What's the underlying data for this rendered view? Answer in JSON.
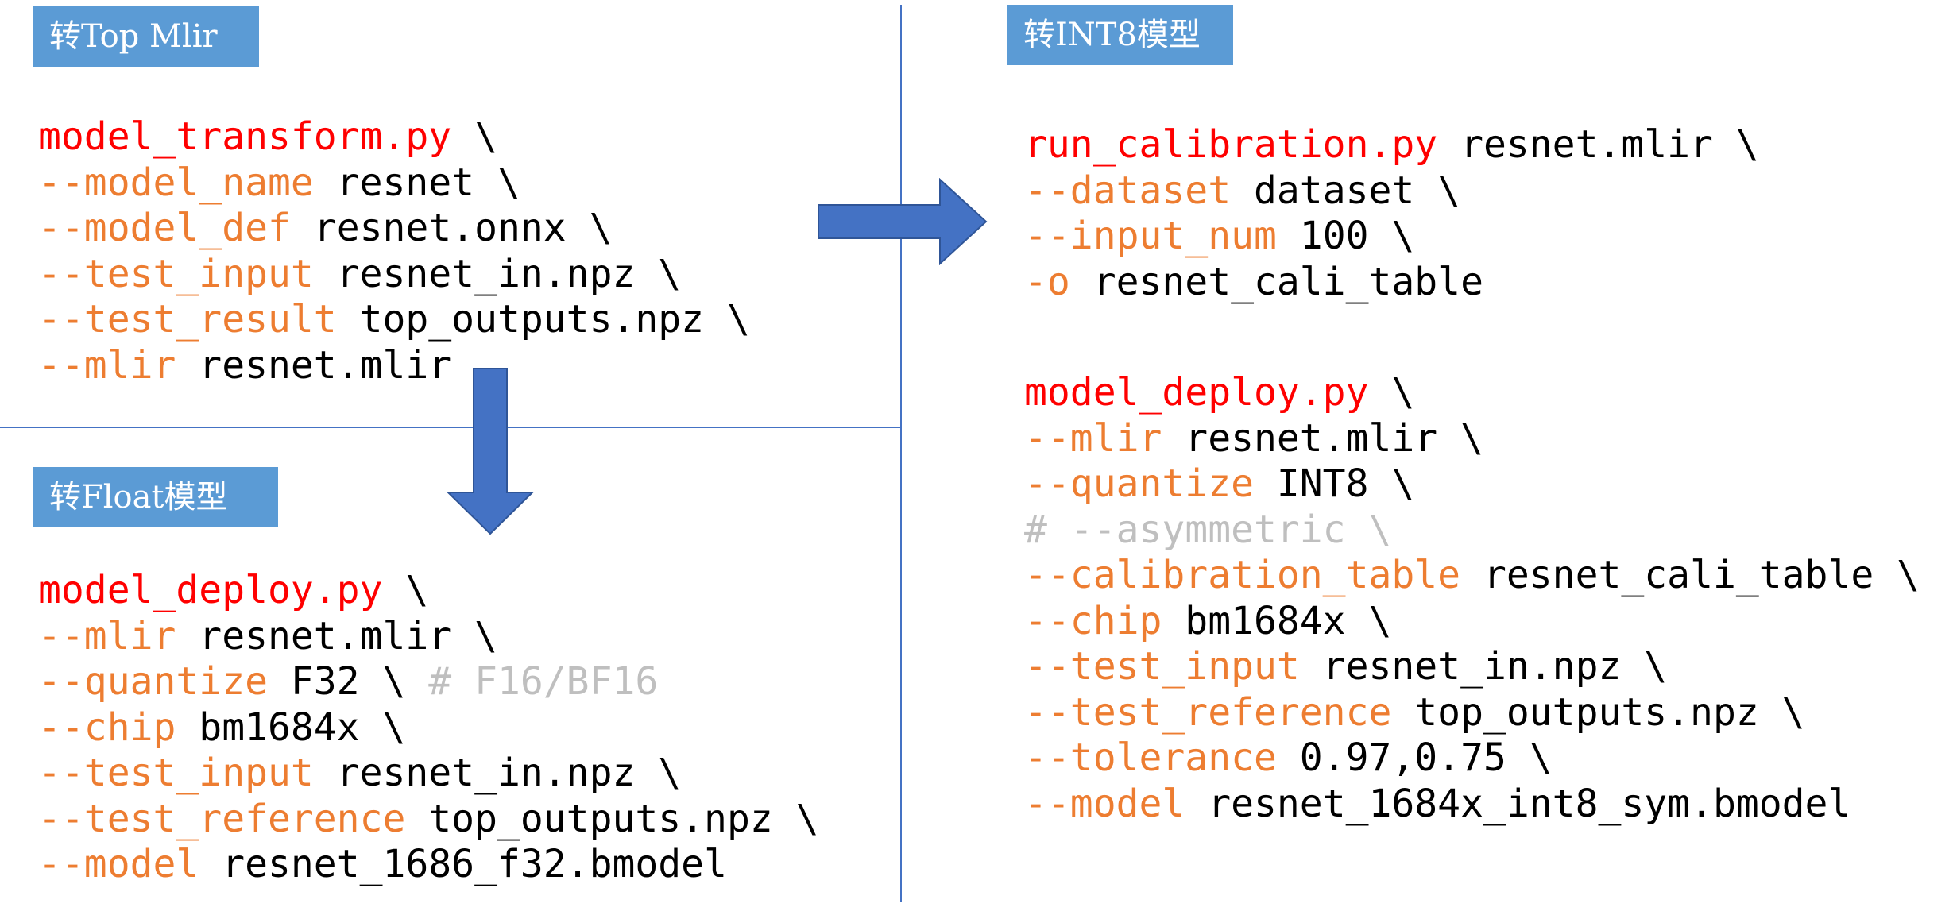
{
  "colors": {
    "command": "#ff0000",
    "option": "#ed7d31",
    "value": "#000000",
    "comment": "#bfbfbf",
    "tag_background": "#5b9bd5",
    "arrow": "#4472c4",
    "divider": "#4472c4"
  },
  "sections": {
    "top_mlir": {
      "title": "转Top Mlir",
      "lines": [
        [
          {
            "t": "cmd",
            "text": "model_transform.py"
          },
          {
            "t": "val",
            "text": " \\"
          }
        ],
        [
          {
            "t": "opt",
            "text": "--model_name"
          },
          {
            "t": "val",
            "text": " resnet \\"
          }
        ],
        [
          {
            "t": "opt",
            "text": "--model_def"
          },
          {
            "t": "val",
            "text": " resnet.onnx \\"
          }
        ],
        [
          {
            "t": "opt",
            "text": "--test_input"
          },
          {
            "t": "val",
            "text": " resnet_in.npz \\"
          }
        ],
        [
          {
            "t": "opt",
            "text": "--test_result"
          },
          {
            "t": "val",
            "text": " top_outputs.npz \\"
          }
        ],
        [
          {
            "t": "opt",
            "text": "--mlir"
          },
          {
            "t": "val",
            "text": " resnet.mlir"
          }
        ]
      ]
    },
    "float_model": {
      "title": "转Float模型",
      "lines": [
        [
          {
            "t": "cmd",
            "text": "model_deploy.py"
          },
          {
            "t": "val",
            "text": " \\"
          }
        ],
        [
          {
            "t": "opt",
            "text": "--mlir"
          },
          {
            "t": "val",
            "text": " resnet.mlir \\"
          }
        ],
        [
          {
            "t": "opt",
            "text": "--quantize"
          },
          {
            "t": "val",
            "text": " F32 \\ "
          },
          {
            "t": "cmt",
            "text": "# F16/BF16"
          }
        ],
        [
          {
            "t": "opt",
            "text": "--chip"
          },
          {
            "t": "val",
            "text": " bm1684x \\"
          }
        ],
        [
          {
            "t": "opt",
            "text": "--test_input"
          },
          {
            "t": "val",
            "text": " resnet_in.npz \\"
          }
        ],
        [
          {
            "t": "opt",
            "text": "--test_reference"
          },
          {
            "t": "val",
            "text": " top_outputs.npz \\"
          }
        ],
        [
          {
            "t": "opt",
            "text": "--model"
          },
          {
            "t": "val",
            "text": " resnet_1686_f32.bmodel"
          }
        ]
      ]
    },
    "int8_model": {
      "title": "转INT8模型",
      "calibration_lines": [
        [
          {
            "t": "cmd",
            "text": "run_calibration.py"
          },
          {
            "t": "val",
            "text": " resnet.mlir \\"
          }
        ],
        [
          {
            "t": "opt",
            "text": "--dataset"
          },
          {
            "t": "val",
            "text": " dataset \\"
          }
        ],
        [
          {
            "t": "opt",
            "text": "--input_num"
          },
          {
            "t": "val",
            "text": " 100 \\"
          }
        ],
        [
          {
            "t": "opt",
            "text": "-o"
          },
          {
            "t": "val",
            "text": " resnet_cali_table"
          }
        ]
      ],
      "deploy_lines": [
        [
          {
            "t": "cmd",
            "text": "model_deploy.py"
          },
          {
            "t": "val",
            "text": " \\"
          }
        ],
        [
          {
            "t": "opt",
            "text": "--mlir"
          },
          {
            "t": "val",
            "text": " resnet.mlir \\"
          }
        ],
        [
          {
            "t": "opt",
            "text": "--quantize"
          },
          {
            "t": "val",
            "text": " INT8 \\"
          }
        ],
        [
          {
            "t": "cmt",
            "text": "# --asymmetric \\"
          }
        ],
        [
          {
            "t": "opt",
            "text": "--calibration_table"
          },
          {
            "t": "val",
            "text": " resnet_cali_table \\"
          }
        ],
        [
          {
            "t": "opt",
            "text": "--chip"
          },
          {
            "t": "val",
            "text": " bm1684x \\"
          }
        ],
        [
          {
            "t": "opt",
            "text": "--test_input"
          },
          {
            "t": "val",
            "text": " resnet_in.npz \\"
          }
        ],
        [
          {
            "t": "opt",
            "text": "--test_reference"
          },
          {
            "t": "val",
            "text": " top_outputs.npz \\"
          }
        ],
        [
          {
            "t": "opt",
            "text": "--tolerance"
          },
          {
            "t": "val",
            "text": " 0.97,0.75 \\"
          }
        ],
        [
          {
            "t": "opt",
            "text": "--model"
          },
          {
            "t": "val",
            "text": " resnet_1684x_int8_sym.bmodel"
          }
        ]
      ]
    }
  }
}
